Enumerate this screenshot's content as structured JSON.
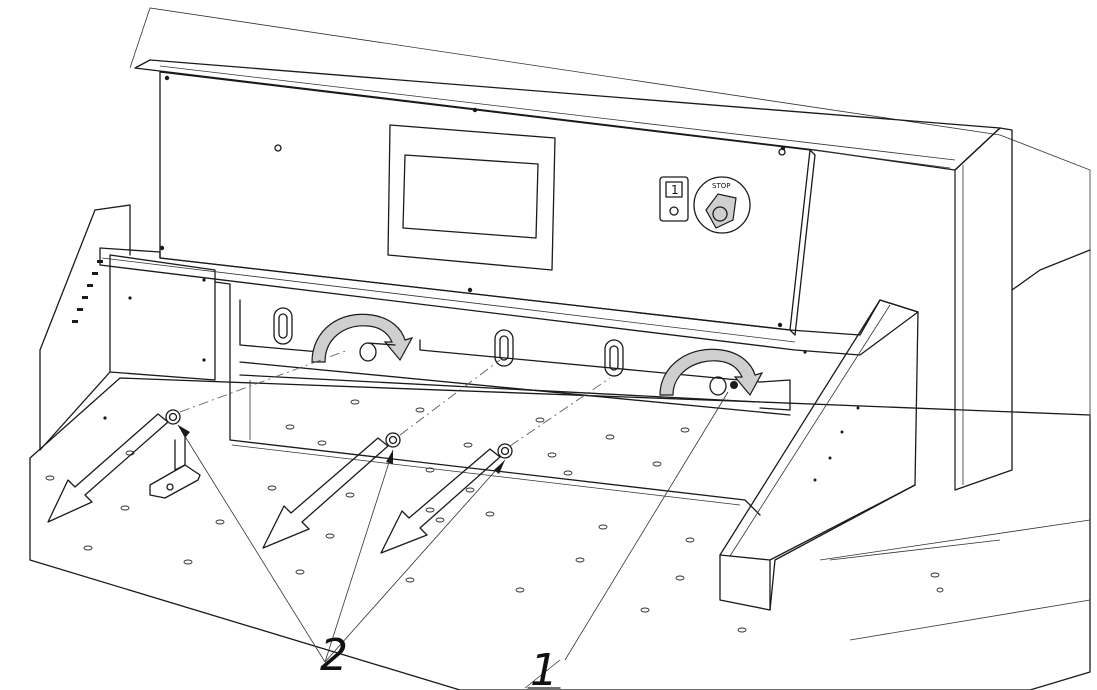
{
  "callouts": [
    {
      "id": "1",
      "text": "1"
    },
    {
      "id": "2",
      "text": "2"
    }
  ],
  "control_panel": {
    "stop_label": "STOP",
    "switch_on": "1",
    "switch_off": "O"
  },
  "colors": {
    "line": "#1a1a1a",
    "arrow_fill": "#cfcfcf",
    "background": "#ffffff"
  }
}
